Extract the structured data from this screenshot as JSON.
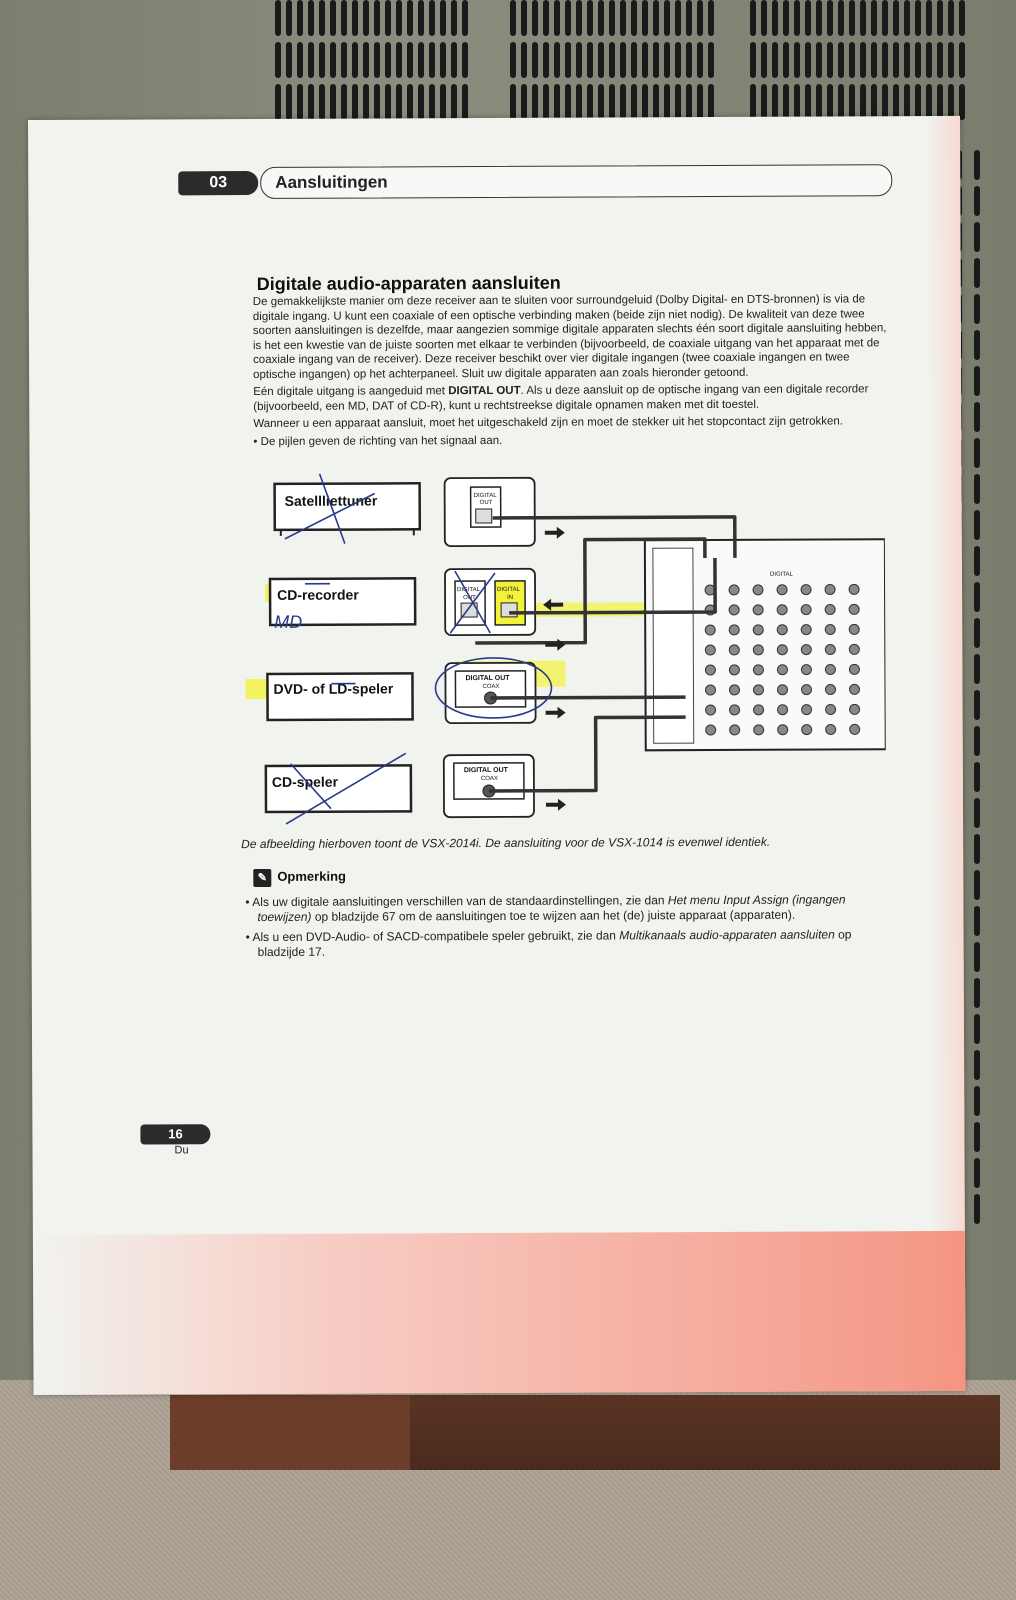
{
  "chapter": "03",
  "header_title": "Aansluitingen",
  "section_title": "Digitale audio-apparaten aansluiten",
  "paragraphs": {
    "p1": "De gemakkelijkste manier om deze receiver aan te sluiten voor surroundgeluid (Dolby Digital- en DTS-bronnen) is via de digitale ingang. U kunt een coaxiale of een optische verbinding maken (beide zijn niet nodig). De kwaliteit van deze twee soorten aansluitingen is dezelfde, maar aangezien sommige digitale apparaten slechts één soort digitale aansluiting hebben, is het een kwestie van de juiste soorten met elkaar te verbinden (bijvoorbeeld, de coaxiale uitgang van het apparaat met de coaxiale ingang van de receiver). Deze receiver beschikt over vier digitale ingangen (twee coaxiale ingangen en twee optische ingangen) op het achterpaneel. Sluit uw digitale apparaten aan zoals hieronder getoond.",
    "p2_a": "Eén digitale uitgang is aangeduid met ",
    "p2_bold": "DIGITAL OUT",
    "p2_b": ". Als u deze aansluit op de optische ingang van een digitale recorder (bijvoorbeeld, een MD, DAT of CD-R), kunt u rechtstreekse digitale opnamen maken met dit toestel.",
    "p3": "Wanneer u een apparaat aansluit, moet het uitgeschakeld zijn en moet de stekker uit het stopcontact zijn getrokken.",
    "bullet": "•  De pijlen geven de richting van het signaal aan."
  },
  "diagram": {
    "devices": [
      "Satellliettuner",
      "CD-recorder",
      "DVD- of LD-speler",
      "CD-speler"
    ],
    "handwritten": "MD",
    "port_labels": {
      "digital_out": "DIGITAL",
      "out": "OUT",
      "digital_in": "DIGITAL",
      "in": "IN",
      "digital_out_coax": "DIGITAL OUT",
      "coax": "COAX"
    },
    "receiver_label": "DIGITAL"
  },
  "caption": "De afbeelding hierboven toont de VSX-2014i. De aansluiting voor de VSX-1014 is evenwel identiek.",
  "note": {
    "title": "Opmerking",
    "item1_a": "•  Als uw digitale aansluitingen verschillen van de standaardinstellingen, zie dan ",
    "item1_i": "Het menu Input Assign (ingangen toewijzen)",
    "item1_b": " op bladzijde 67 om de aansluitingen toe te wijzen aan het (de) juiste apparaat (apparaten).",
    "item2_a": "•  Als u een DVD-Audio- of SACD-compatibele speler gebruikt, zie dan ",
    "item2_i": "Multikanaals audio-apparaten aansluiten",
    "item2_b": " op bladzijde 17."
  },
  "page_number": "16",
  "language": "Du",
  "colors": {
    "highlight": "#f2f23a",
    "ink": "#2a3a8a",
    "paper": "#f1f3ef"
  }
}
